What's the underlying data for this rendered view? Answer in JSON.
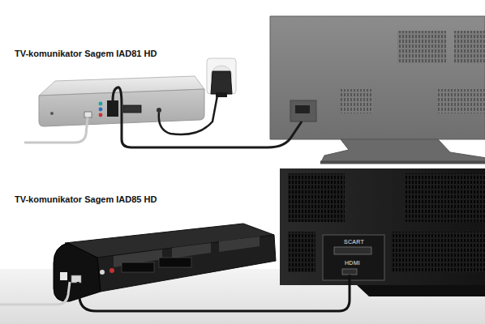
{
  "diagram": {
    "labels": [
      "TV-komunikator Sagem IAD81 HD",
      "TV-komunikator Sagem IAD85 HD",
      "SCART",
      "HDMI"
    ]
  }
}
